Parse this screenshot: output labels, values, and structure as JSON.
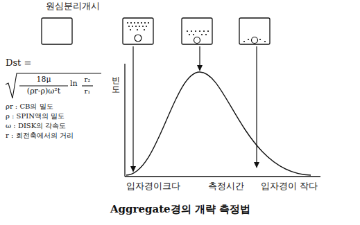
{
  "diagram": {
    "caption": "Aggregate경의 개략 측정법",
    "labels": [
      "원심분리개시",
      "Dst =",
      "18μ",
      "(ρr-ρ)ω²t",
      "ln",
      "r₂",
      "r₁",
      "ρr : CB의 밀도",
      "ρ : SPIN액의 밀도",
      "ω : DISK의 각속도",
      "r : 회전축에서의 거리",
      "빈도",
      "입자경이크다",
      "측정시간",
      "입자경이 작다"
    ]
  }
}
